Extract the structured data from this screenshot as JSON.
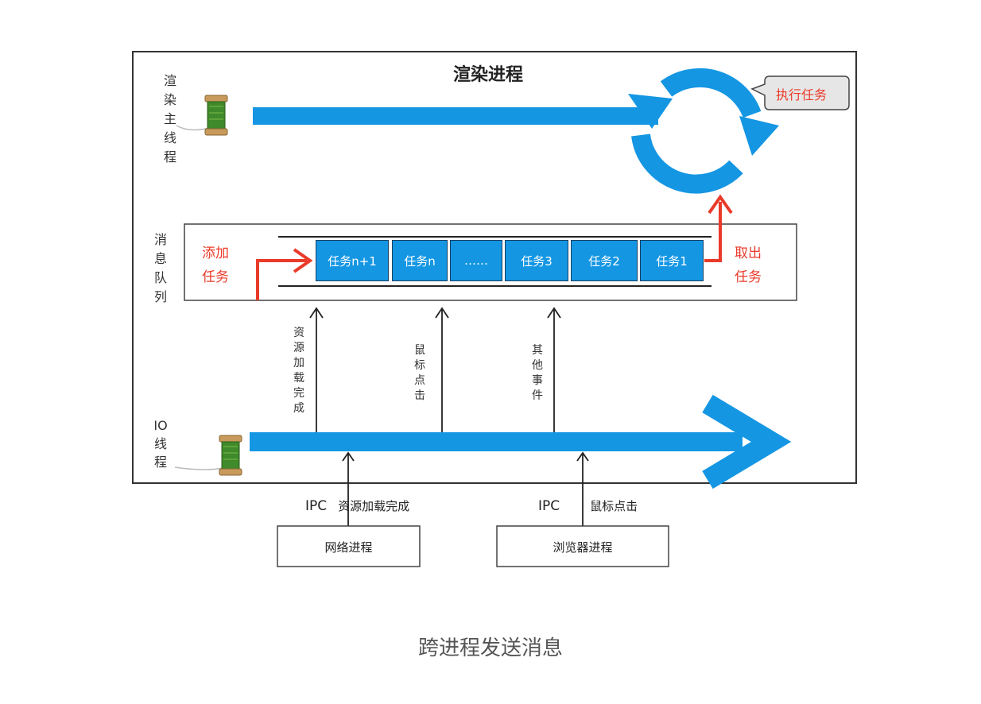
{
  "diagram": {
    "title": "渲染进程",
    "main_thread_label": "渲染主线程",
    "execute_bubble": "执行任务",
    "queue_label": "消息队列",
    "add_task_label_1": "添加",
    "add_task_label_2": "任务",
    "take_task_label_1": "取出",
    "take_task_label_2": "任务",
    "tasks": [
      "任务n+1",
      "任务n",
      "……",
      "任务3",
      "任务2",
      "任务1"
    ],
    "events": [
      "资源加载完成",
      "鼠标点击",
      "其他事件"
    ],
    "io_thread_label": "IO线程",
    "ipc": [
      {
        "tag": "IPC",
        "text": "资源加载完成"
      },
      {
        "tag": "IPC",
        "text": "鼠标点击"
      }
    ],
    "processes": [
      "网络进程",
      "浏览器进程"
    ],
    "caption": "跨进程发送消息"
  },
  "colors": {
    "blue": "#1496e3",
    "red": "#ea3b2a",
    "border": "#555555"
  },
  "icons": [
    "thread-spool-icon",
    "cycle-arrows-icon"
  ]
}
